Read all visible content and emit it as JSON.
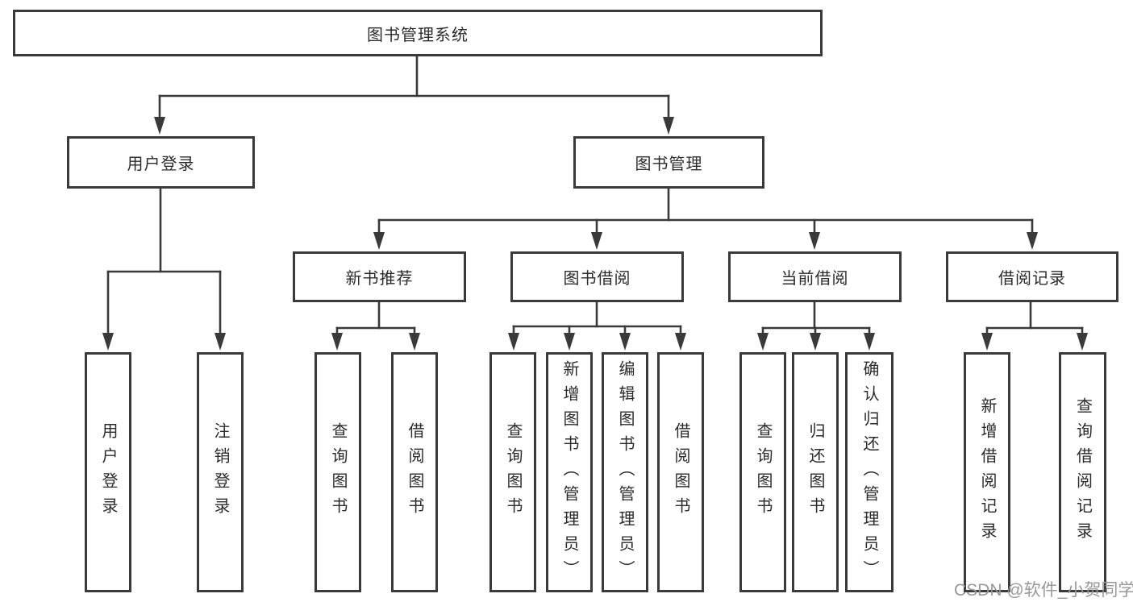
{
  "tree": {
    "root": {
      "label": "图书管理系统"
    },
    "children": [
      {
        "label": "用户登录",
        "children": [
          {
            "label": "用户登录"
          },
          {
            "label": "注销登录"
          }
        ]
      },
      {
        "label": "图书管理",
        "children": [
          {
            "label": "新书推荐",
            "children": [
              {
                "label": "查询图书"
              },
              {
                "label": "借阅图书"
              }
            ]
          },
          {
            "label": "图书借阅",
            "children": [
              {
                "label": "查询图书"
              },
              {
                "label": "新增图书（管理员）"
              },
              {
                "label": "编辑图书（管理员）"
              },
              {
                "label": "借阅图书"
              }
            ]
          },
          {
            "label": "当前借阅",
            "children": [
              {
                "label": "查询图书"
              },
              {
                "label": "归还图书"
              },
              {
                "label": "确认归还（管理员）"
              }
            ]
          },
          {
            "label": "借阅记录",
            "children": [
              {
                "label": "新增借阅记录"
              },
              {
                "label": "查询借阅记录"
              }
            ]
          }
        ]
      }
    ]
  },
  "watermark": {
    "text": "CSDN @软件_小贺同学"
  },
  "colors": {
    "line": "#3a3a3a",
    "box_border": "#3a3a3a",
    "text": "#2b2b2b",
    "background": "#ffffff",
    "watermark": "#989898"
  }
}
